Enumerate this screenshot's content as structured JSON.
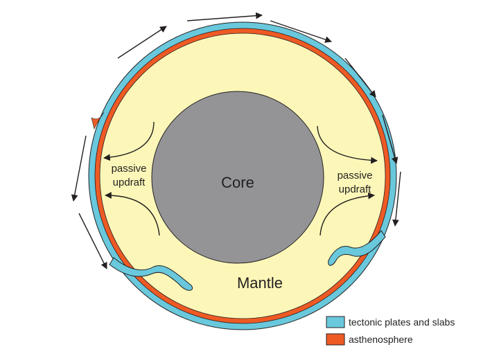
{
  "labels": {
    "core": "Core",
    "mantle": "Mantle",
    "left_updraft_line1": "passive",
    "left_updraft_line2": "updraft",
    "right_updraft_line1": "passive",
    "right_updraft_line2": "updraft"
  },
  "legend": [
    {
      "label": "tectonic plates and slabs",
      "color": "#69c8dc"
    },
    {
      "label": "asthenosphere",
      "color": "#ee5a24"
    }
  ],
  "colors": {
    "core": "#949497",
    "mantle": "#fcf7b8",
    "plates": "#69c8dc",
    "asthenosphere": "#ee5a24",
    "outline": "#231f20"
  }
}
